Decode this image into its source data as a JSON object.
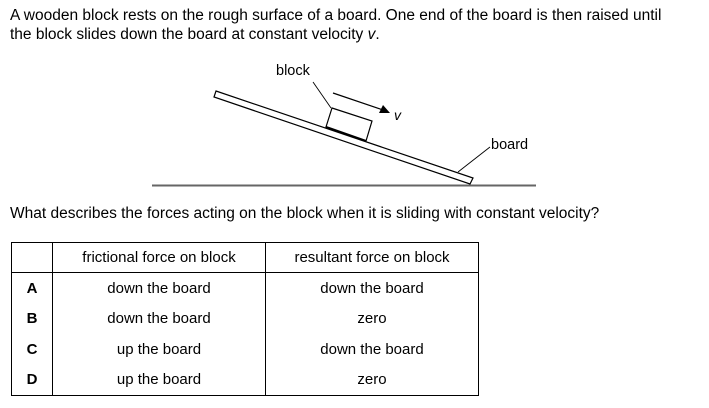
{
  "question": {
    "intro_line1": "A wooden block rests on the rough surface of a board. One end of the board is then raised until",
    "intro_line2_prefix": "the block slides down the board at constant velocity ",
    "intro_line2_var": "v",
    "intro_line2_suffix": ".",
    "prompt": "What describes the forces acting on the block when it is sliding with constant velocity?"
  },
  "diagram": {
    "block_label": "block",
    "board_label": "board",
    "velocity_label": "v"
  },
  "table": {
    "headers": [
      "",
      "frictional force on block",
      "resultant force on block"
    ],
    "rows": [
      {
        "option": "A",
        "friction": "down the board",
        "resultant": "down the board"
      },
      {
        "option": "B",
        "friction": "down the board",
        "resultant": "zero"
      },
      {
        "option": "C",
        "friction": "up the board",
        "resultant": "down the board"
      },
      {
        "option": "D",
        "friction": "up the board",
        "resultant": "zero"
      }
    ]
  }
}
